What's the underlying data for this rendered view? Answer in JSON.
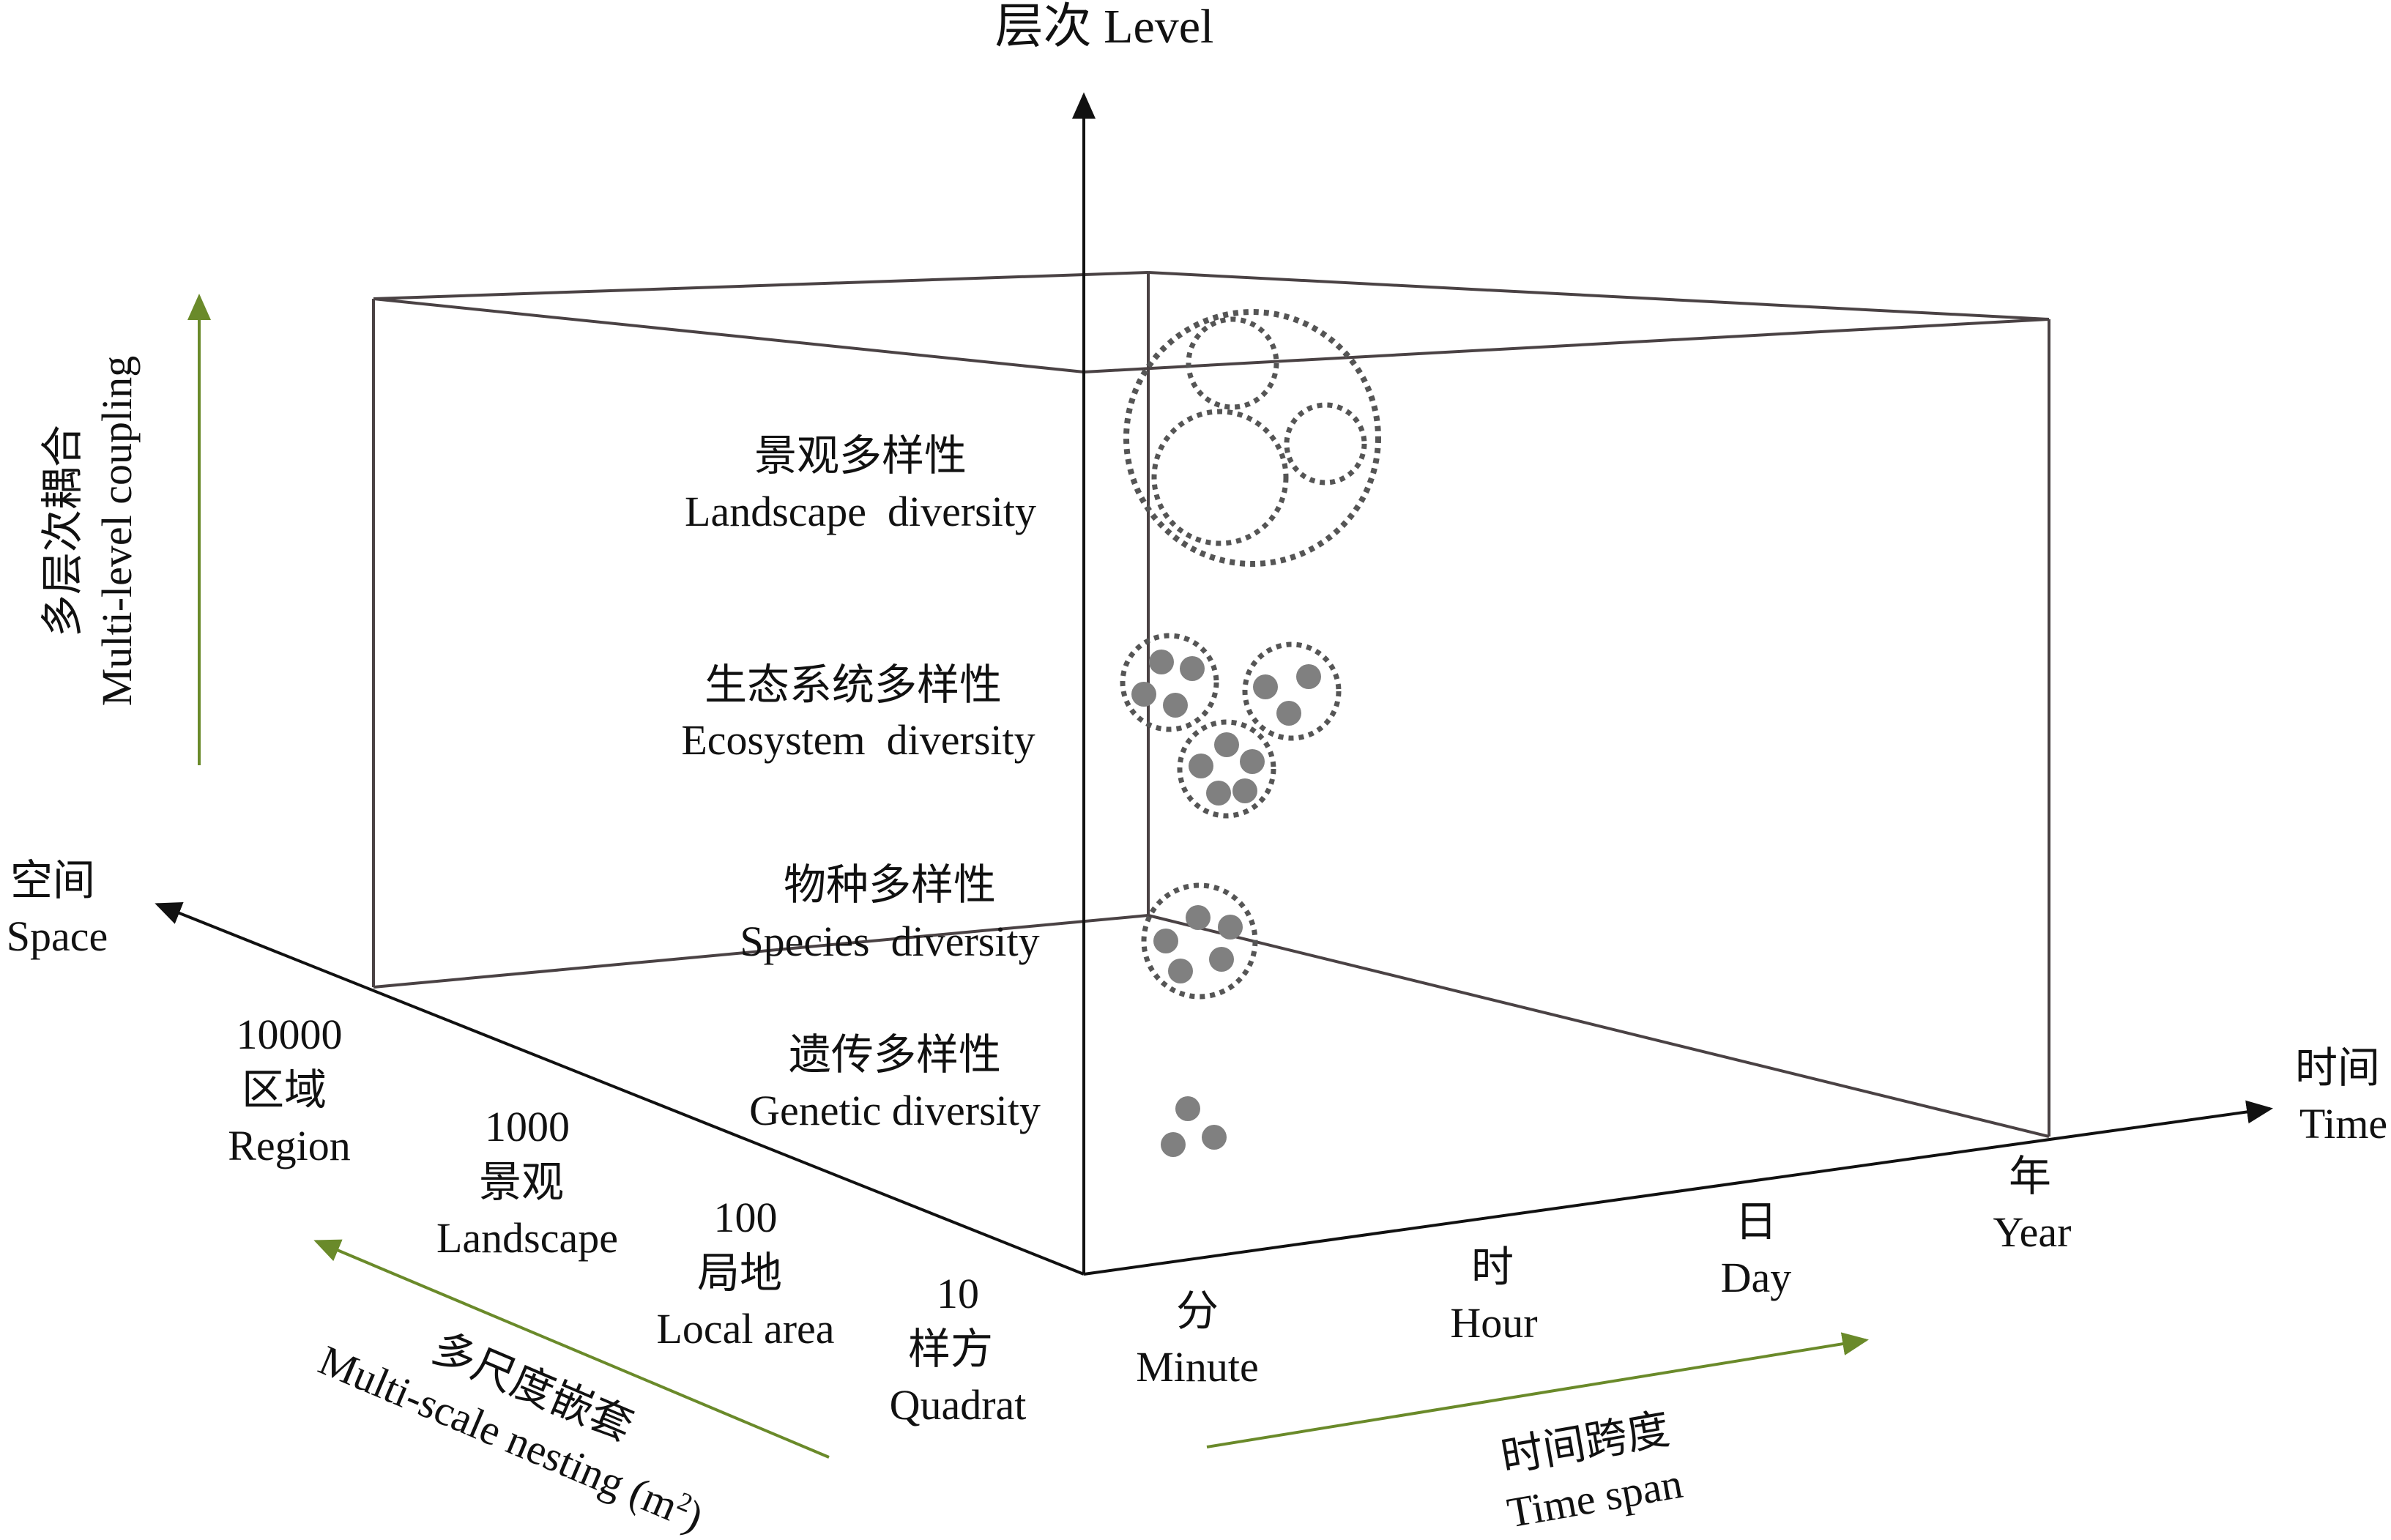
{
  "axes": {
    "level": {
      "zh": "层次",
      "en": "Level"
    },
    "space": {
      "zh": "空间",
      "en": "Space"
    },
    "time": {
      "zh": "时间",
      "en": "Time"
    }
  },
  "diversity_levels": [
    {
      "zh": "景观多样性",
      "en": "Landscape  diversity"
    },
    {
      "zh": "生态系统多样性",
      "en": "Ecosystem  diversity"
    },
    {
      "zh": "物种多样性",
      "en": "Species  diversity"
    },
    {
      "zh": "遗传多样性",
      "en": "Genetic diversity"
    }
  ],
  "space_scales": [
    {
      "value": "10000",
      "zh": "区域",
      "en": "Region"
    },
    {
      "value": "1000",
      "zh": "景观",
      "en": "Landscape"
    },
    {
      "value": "100",
      "zh": "局地",
      "en": "Local area"
    },
    {
      "value": "10",
      "zh": "样方",
      "en": "Quadrat"
    }
  ],
  "time_scales": [
    {
      "zh": "分",
      "en": "Minute"
    },
    {
      "zh": "时",
      "en": "Hour"
    },
    {
      "zh": "日",
      "en": "Day"
    },
    {
      "zh": "年",
      "en": "Year"
    }
  ],
  "annotations": {
    "multi_level": {
      "zh": "多层次耦合",
      "en": "Multi-level coupling"
    },
    "multi_scale": {
      "zh": "多尺度嵌套",
      "en": "Multi-scale nesting (m",
      "sup": "2",
      "close": ")"
    },
    "time_span": {
      "zh": "时间跨度",
      "en": "Time span"
    }
  },
  "colors": {
    "axis": "#111111",
    "box": "#4a4244",
    "accent": "#6a8a2a",
    "dot": "#808080",
    "ring": "#555555"
  }
}
